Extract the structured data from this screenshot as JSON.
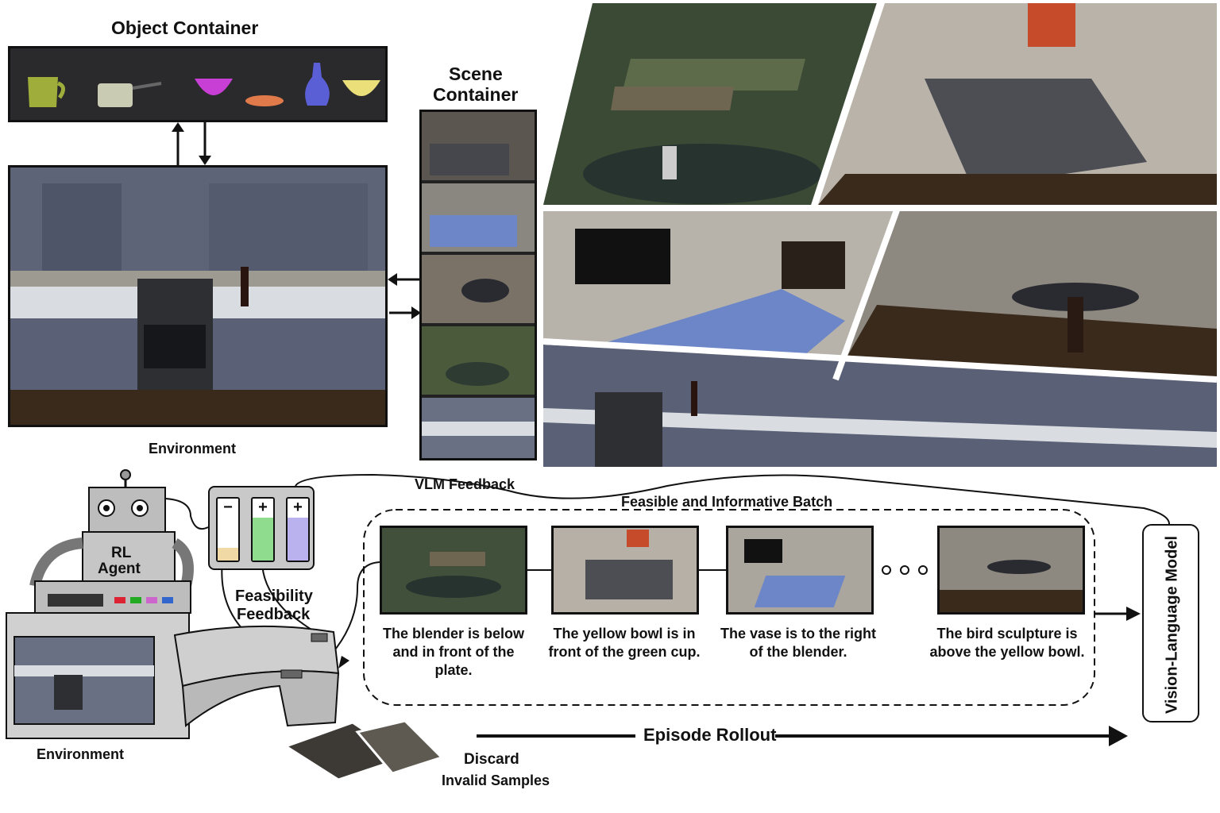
{
  "labels": {
    "object_container": "Object Container",
    "scene_container_1": "Scene",
    "scene_container_2": "Container",
    "environment_top": "Environment",
    "environment_bottom": "Environment",
    "rl_agent_1": "RL",
    "rl_agent_2": "Agent",
    "vlm_feedback": "VLM Feedback",
    "feasible_batch": "Feasible and Informative Batch",
    "feasibility_1": "Feasibility",
    "feasibility_2": "Feedback",
    "vlm_model": "Vision-Language Model",
    "episode_rollout": "Episode Rollout",
    "discard_1": "Discard",
    "discard_2": "Invalid Samples",
    "ellipsis": "o o o"
  },
  "battery": {
    "signs": [
      "−",
      "+",
      "+"
    ],
    "colors": [
      "#f1d9a6",
      "#8fdc8f",
      "#b9b2ee"
    ]
  },
  "captions": [
    "The blender is below and in front of the plate.",
    "The yellow bowl is in front of the green cup.",
    "The vase is to the right of the blender.",
    "The bird sculpture is above the yellow bowl."
  ],
  "colors": {
    "line": "#111111",
    "kitchen_cabinet": "#5d6478",
    "floor": "#3a2a1c",
    "rug": "#6c86c8"
  }
}
